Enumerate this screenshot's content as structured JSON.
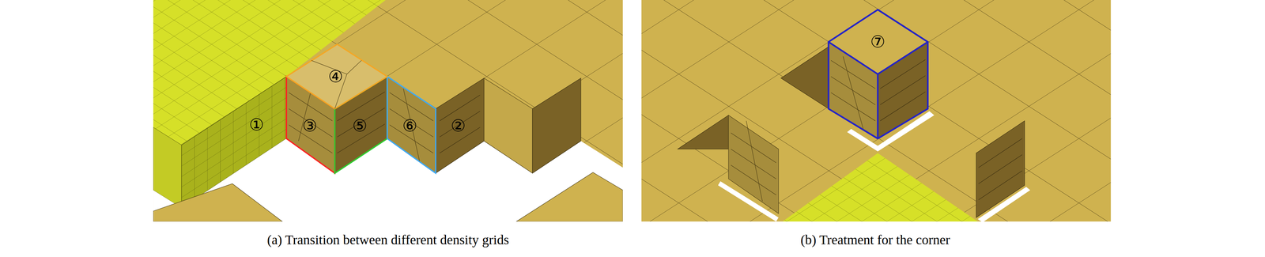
{
  "diagram": {
    "labels": [
      "①",
      "④",
      "③",
      "⑤",
      "⑥",
      "②",
      "⑦",
      "(a) Transition between different density grids",
      "(b) Treatment for the corner"
    ]
  }
}
